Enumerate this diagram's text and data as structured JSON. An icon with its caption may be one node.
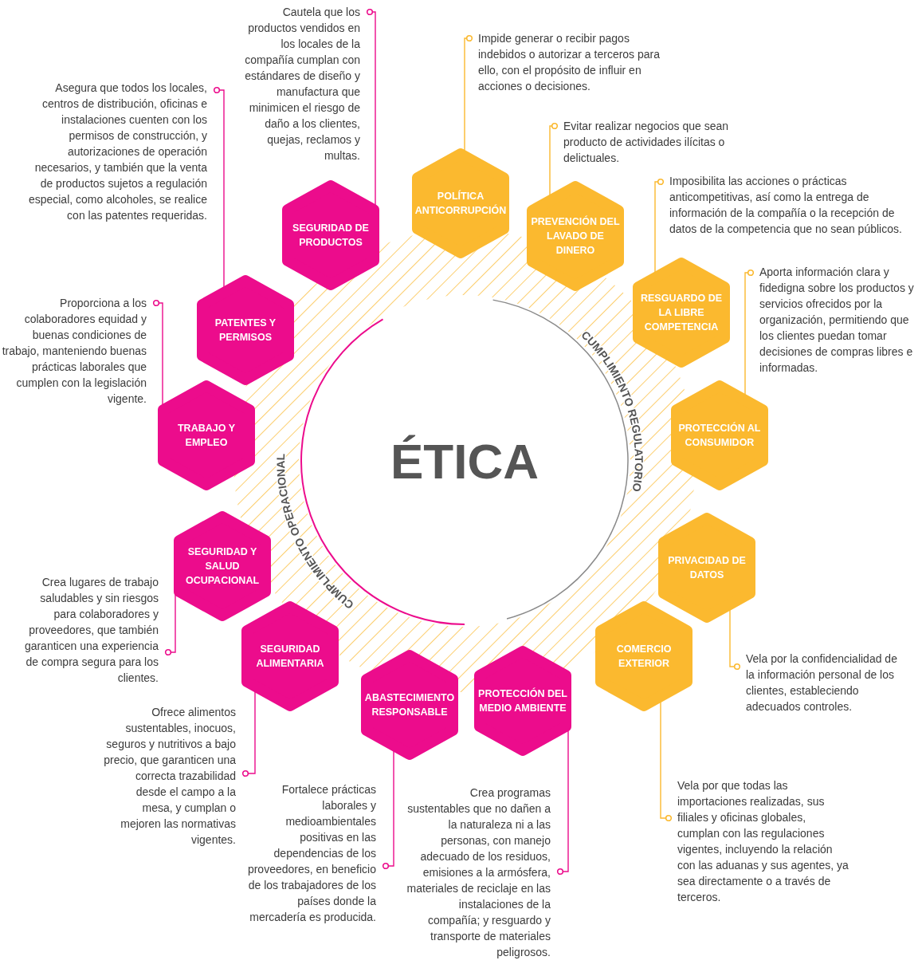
{
  "diagram": {
    "nodes": [
      {
        "text": [
          "ÉTICA"
        ]
      },
      {
        "text": [
          "SEGURIDAD DE PRODUCTOS"
        ]
      },
      {
        "text": [
          "POLÍTICA ANTICORRUPCIÓN"
        ]
      },
      {
        "text": [
          "PREVENCIÓN DEL LAVADO DE DINERO"
        ]
      },
      {
        "text": [
          "PATENTES Y PERMISOS"
        ]
      },
      {
        "text": [
          "RESGUARDO DE LA LIBRE COMPETENCIA"
        ]
      },
      {
        "text": [
          "TRABAJO Y EMPLEO"
        ]
      },
      {
        "text": [
          "PROTECCIÓN AL CONSUMIDOR"
        ]
      },
      {
        "text": [
          "SEGURIDAD Y SALUD OCUPACIONAL"
        ]
      },
      {
        "text": [
          "PRIVACIDAD DE DATOS"
        ]
      },
      {
        "text": [
          "SEGURIDAD ALIMENTARIA"
        ]
      },
      {
        "text": [
          "COMERCIO EXTERIOR"
        ]
      },
      {
        "text": [
          "ABASTECIMIENTO RESPONSABLE"
        ]
      },
      {
        "text": [
          "PROTECCIÓN DEL MEDIO AMBIENTE"
        ]
      },
      {
        "text": [
          "Cautela que los productos vendidos en los locales de la compañía cumplan con estándares de diseño y manufactura que minimicen el riesgo de daño a los clientes, quejas, reclamos y multas."
        ]
      },
      {
        "text": [
          "Impide generar o recibir pagos indebidos o autorizar a terceros para ello, con el propósito de influir en acciones o decisiones."
        ]
      },
      {
        "text": [
          "Evitar realizar negocios que sean producto de actividades ilícitas o delictuales."
        ]
      },
      {
        "text": [
          "Asegura que todos los locales, centros de distribución, oficinas e instalaciones cuenten con los permisos de construcción, y autorizaciones de operación necesarios, y también que la venta de productos sujetos a regulación especial, como alcoholes, se realice con las patentes requeridas."
        ]
      },
      {
        "text": [
          "Imposibilita las acciones o prácticas anticompetitivas, así como la entrega de información de la compañía o la recepción de datos de la competencia que no sean públicos."
        ]
      },
      {
        "text": [
          "Proporciona a los colaboradores equidad y buenas condiciones de trabajo, manteniendo buenas prácticas laborales que cumplen con la legislación vigente."
        ]
      },
      {
        "text": [
          "Aporta información clara y fidedigna sobre los productos y servicios ofrecidos por la organización, permitiendo que los clientes puedan tomar decisiones de compras libres e informadas."
        ]
      },
      {
        "text": [
          "Crea lugares de trabajo saludables y sin riesgos para colaboradores y proveedores, que también garanticen una experiencia de compra segura para los clientes."
        ]
      },
      {
        "text": [
          "Vela por la confidencialidad de la información personal de los clientes, estableciendo adecuados controles."
        ]
      },
      {
        "text": [
          "Ofrece alimentos sustentables, inocuos, seguros y nutritivos a bajo precio, que garanticen una correcta trazabilidad desde el campo a la mesa, y cumplan o mejoren las normativas vigentes."
        ]
      },
      {
        "text": [
          "Vela por que todas las importaciones realizadas, sus filiales y oficinas globales, cumplan con las regulaciones vigentes, incluyendo la relación con las aduanas y sus agentes, ya sea directamente o a través de terceros."
        ]
      },
      {
        "text": [
          "Fortalece prácticas laborales y medioambientales positivas en las dependencias de los proveedores, en beneficio de los trabajadores de los países donde la mercadería es producida."
        ]
      },
      {
        "text": [
          "Crea programas sustentables que no dañen a la naturaleza ni a las personas, con manejo adecuado de los residuos, emisiones a la armósfera, materiales de reciclaje en las instalaciones de la compañía; y resguardo y transporte de materiales peligrosos."
        ]
      }
    ],
    "edges": [
      {
        "from": 14,
        "to": 1,
        "arrow": "other"
      },
      {
        "from": 15,
        "to": 2,
        "arrow": "other",
        "color": "#fbb92f"
      },
      {
        "from": 16,
        "to": 3,
        "arrow": "other",
        "color": "#fbb92f"
      },
      {
        "from": 17,
        "to": 4,
        "arrow": "other"
      },
      {
        "from": 18,
        "to": 5,
        "arrow": "other",
        "color": "#fbb92f"
      },
      {
        "from": 19,
        "to": 6,
        "arrow": "other"
      },
      {
        "from": 20,
        "to": 7,
        "arrow": "other",
        "color": "#fbb92f"
      },
      {
        "from": 21,
        "to": 8,
        "arrow": "other"
      },
      {
        "from": 22,
        "to": 9,
        "arrow": "other",
        "color": "#fbb92f"
      },
      {
        "from": 23,
        "to": 10,
        "arrow": "other"
      },
      {
        "from": 24,
        "to": 11,
        "arrow": "other",
        "color": "#fbb92f"
      },
      {
        "from": 25,
        "to": 12,
        "arrow": "other"
      },
      {
        "from": 26,
        "to": 13,
        "arrow": "other"
      }
    ],
    "labels": [
      "CUMPLIMIENTO REGULATORIO",
      "CUMPLIMIENTO OPERACIONAL"
    ]
  }
}
